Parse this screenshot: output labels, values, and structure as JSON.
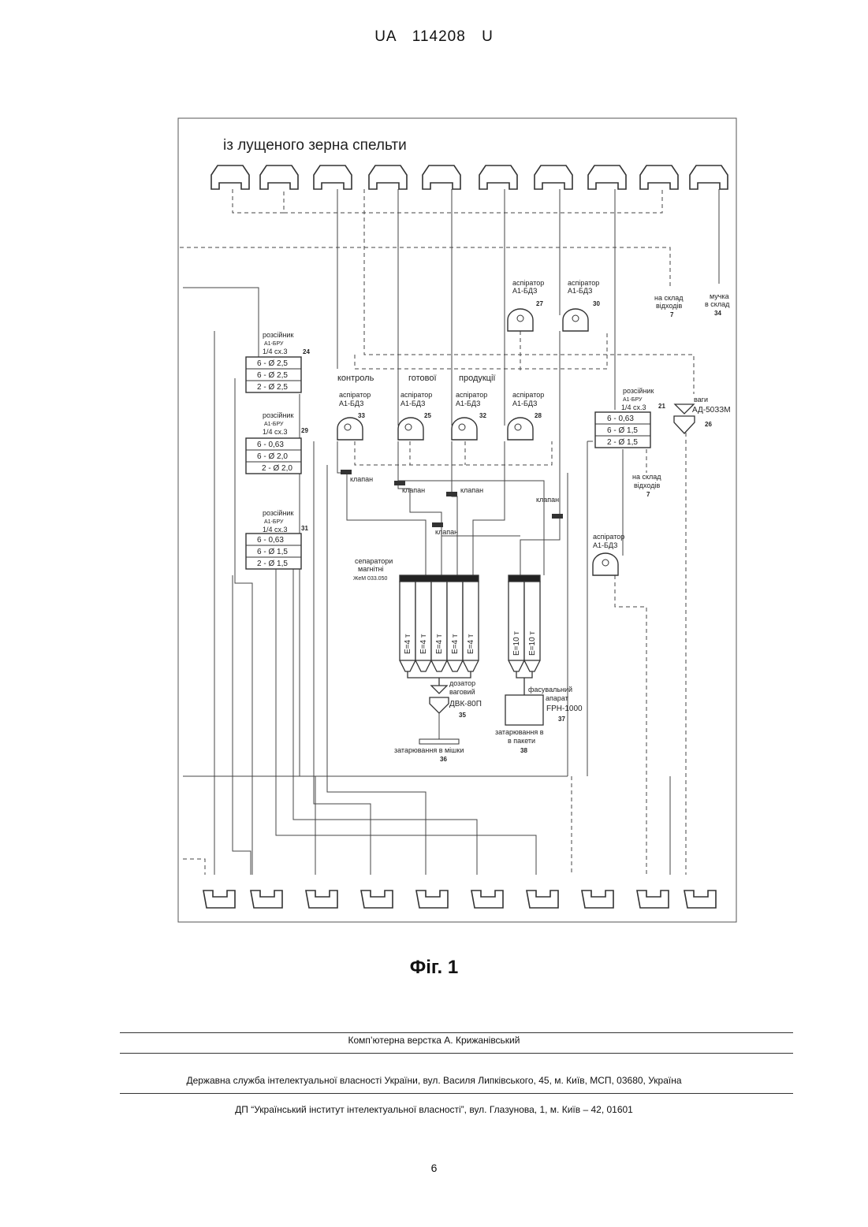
{
  "header": {
    "patent_number": "UA   114208   U"
  },
  "diagram": {
    "title": "із лущеного зерна  спельти",
    "stage_words": [
      "контроль",
      "готової",
      "продукції"
    ],
    "aspirator_label": "аспіратор",
    "aspirator_model": "А1-БДЗ",
    "aspirators": [
      {
        "number": "27"
      },
      {
        "number": "30"
      },
      {
        "number": "33"
      },
      {
        "number": "25"
      },
      {
        "number": "32"
      },
      {
        "number": "28"
      }
    ],
    "lower_aspirator_label": "аспіратор",
    "lower_aspirator_model": "А1-БДЗ",
    "sifter_label": "розсійник",
    "sifter_model": "А1-БРУ",
    "sifters": [
      {
        "scheme": "1/4 сх.3",
        "number": "24",
        "rows": [
          "6 - Ø 2,5",
          "6 - Ø 2,5",
          "2 - Ø 2,5"
        ]
      },
      {
        "scheme": "1/4 сх.3",
        "number": "29",
        "rows": [
          "6 - 0,63",
          "6 - Ø 2,0",
          "2 - Ø 2,0"
        ]
      },
      {
        "scheme": "1/4 сх.3",
        "number": "31",
        "rows": [
          "6 - 0,63",
          "6 - Ø 1,5",
          "2 - Ø 1,5"
        ]
      },
      {
        "scheme": "1/4 сх.3",
        "number": "21",
        "rows": [
          "6 - 0,63",
          "6 - Ø 1,5",
          "2 - Ø 1,5"
        ]
      }
    ],
    "valve_label": "клапан",
    "waste1": {
      "line1": "на склад",
      "line2": "відходів",
      "number": "7"
    },
    "mucka": {
      "line1": "мучка",
      "line2": "в склад",
      "number": "34"
    },
    "waste2": {
      "line1": "на склад",
      "line2": "відходів",
      "number": "7"
    },
    "scales": {
      "label": "ваги",
      "model": "АД-50ЗЗМ",
      "number": "26"
    },
    "separators": {
      "line1": "сепаратори",
      "line2": "магнітні",
      "line3": "ЖеМ 033.050"
    },
    "bins_small": [
      "Е=4 т",
      "Е=4 т",
      "Е=4 т",
      "Е=4 т",
      "Е=4 т"
    ],
    "bins_large": [
      "Е=10 т",
      "Е=10 т"
    ],
    "dosing": {
      "line1": "дозатор",
      "line2": "ваговий",
      "model": "ДВК-80П",
      "number": "35"
    },
    "bagging": {
      "text": "затарювання в мішки",
      "number": "36"
    },
    "packer": {
      "line1": "фасувальний",
      "line2": "апарат",
      "model": "FPH-1000",
      "number": "37"
    },
    "packets": {
      "line1": "затарювання в",
      "line2": "в пакети",
      "number": "38"
    }
  },
  "figure_caption": "Фіг. 1",
  "footer": {
    "layout": "Комп’ютерна верстка А. Крижанівський",
    "office": "Державна служба інтелектуальної власності України, вул. Василя Липківського, 45, м. Київ, МСП, 03680, Україна",
    "institute": "ДП “Український інститут інтелектуальної власності”, вул. Глазунова, 1, м. Київ – 42, 01601"
  },
  "page_number": "6"
}
